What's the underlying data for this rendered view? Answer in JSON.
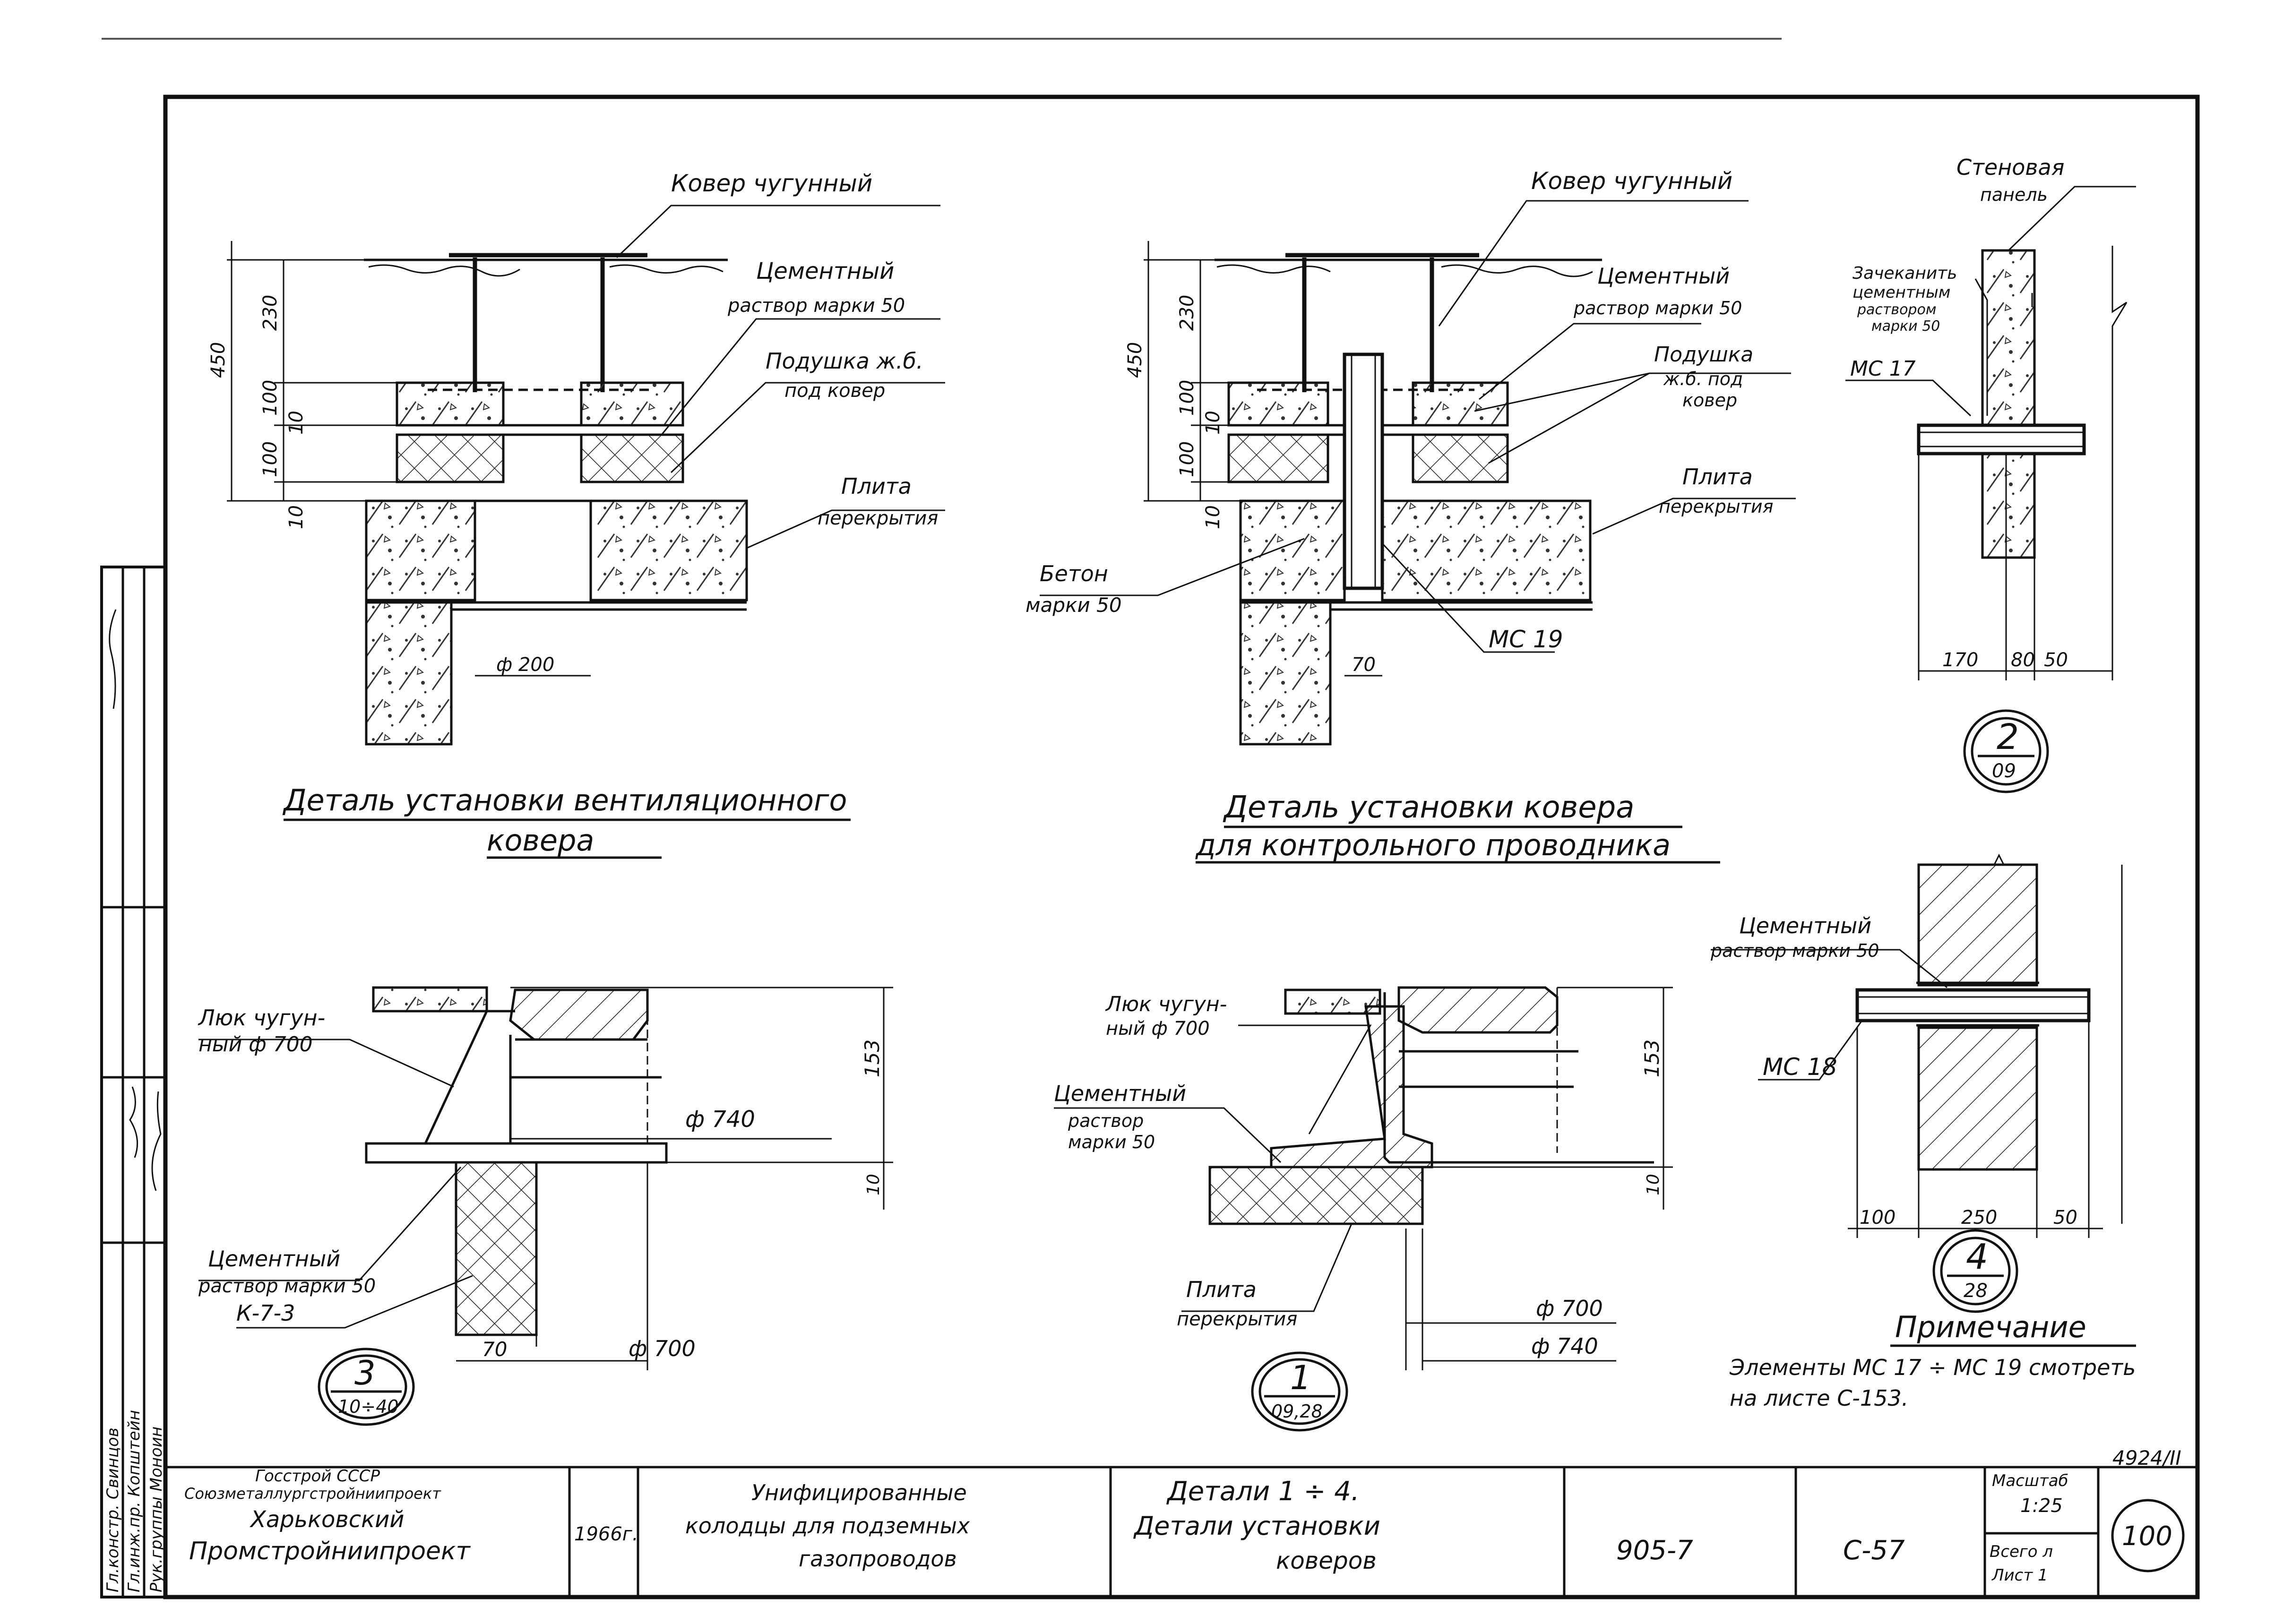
{
  "detail_vent": {
    "cover_label": "Ковер чугунный",
    "mortar_label_1": "Цементный",
    "mortar_label_2": "раствор марки 50",
    "cushion_label_1": "Подушка ж.б.",
    "cushion_label_2": "под ковер",
    "slab_label_1": "Плита",
    "slab_label_2": "перекрытия",
    "dims": {
      "total": "450",
      "top": "230",
      "mid": "100",
      "gap": "10",
      "bottom": "100",
      "base": "10",
      "dia": "ф 200"
    },
    "caption_1": "Деталь установки вентиляционного",
    "caption_2": "ковера"
  },
  "detail_conductor": {
    "cover_label": "Ковер чугунный",
    "mortar_label_1": "Цементный",
    "mortar_label_2": "раствор марки 50",
    "cushion_label_1": "Подушка",
    "cushion_label_2": "ж.б. под",
    "cushion_label_3": "ковер",
    "slab_label_1": "Плита",
    "slab_label_2": "перекрытия",
    "concrete_label_1": "Бетон",
    "concrete_label_2": "марки 50",
    "element_label": "МС 19",
    "dims": {
      "total": "450",
      "top": "230",
      "mid": "100",
      "gap": "10",
      "bottom": "100",
      "base": "10",
      "width": "70"
    },
    "caption_1": "Деталь установки ковера",
    "caption_2": "для контрольного проводника"
  },
  "detail_2": {
    "panel_label_1": "Стеновая",
    "panel_label_2": "панель",
    "seal_label_1": "Зачеканить",
    "seal_label_2": "цементным",
    "seal_label_3": "раствором",
    "seal_label_4": "марки 50",
    "element_label": "МС 17",
    "dims": [
      "170",
      "80",
      "50"
    ],
    "callout_num": "2",
    "callout_ref": "09"
  },
  "detail_3": {
    "hatch_label_1": "Люк чугун-",
    "hatch_label_2": "ный ф 700",
    "dim_dia_inner": "ф 740",
    "dim_height": "153",
    "dim_base": "10",
    "mortar_label_1": "Цементный",
    "mortar_label_2": "раствор марки 50",
    "ring_label": "К-7-3",
    "dim_width": "70",
    "dim_dia": "ф 700",
    "callout_num": "3",
    "callout_ref": "10÷40"
  },
  "detail_1": {
    "hatch_label_1": "Люк чугун-",
    "hatch_label_2": "ный ф 700",
    "mortar_label_1": "Цементный",
    "mortar_label_2": "раствор",
    "mortar_label_3": "марки 50",
    "dim_height": "153",
    "dim_base": "10",
    "slab_label_1": "Плита",
    "slab_label_2": "перекрытия",
    "dim_dia_1": "ф 700",
    "dim_dia_2": "ф 740",
    "callout_num": "1",
    "callout_ref": "09,28"
  },
  "detail_4": {
    "mortar_label_1": "Цементный",
    "mortar_label_2": "раствор марки 50",
    "element_label": "МС 18",
    "dims": [
      "100",
      "250",
      "50"
    ],
    "callout_num": "4",
    "callout_ref": "28"
  },
  "note": {
    "title": "Примечание",
    "line_1": "Элементы  МС 17 ÷ МС 19  смотреть",
    "line_2": "на  листе  С-153."
  },
  "sheet_code": "4924/II",
  "title_block": {
    "org_1": "Госстрой СССР",
    "org_2": "Союзметаллургстройниипроект",
    "org_3": "Харьковский",
    "org_4": "Промстройниипроект",
    "year": "1966г.",
    "project_1": "Унифицированные",
    "project_2": "колодцы для подземных",
    "project_3": "газопроводов",
    "sheet_title_1": "Детали  1 ÷ 4.",
    "sheet_title_2": "Детали  установки",
    "sheet_title_3": "коверов",
    "series": "905-7",
    "sheet_no": "С-57",
    "scale_label": "Масштаб",
    "scale_value": "1:25",
    "total_label": "Всего л",
    "page_label": "Лист 1",
    "number": "100"
  },
  "side_stamp": {
    "row_1": "Гл.констр. Свинцов",
    "row_2": "Гл.инж.пр. Копштейн",
    "row_3": "Рук.группы Моноин"
  }
}
